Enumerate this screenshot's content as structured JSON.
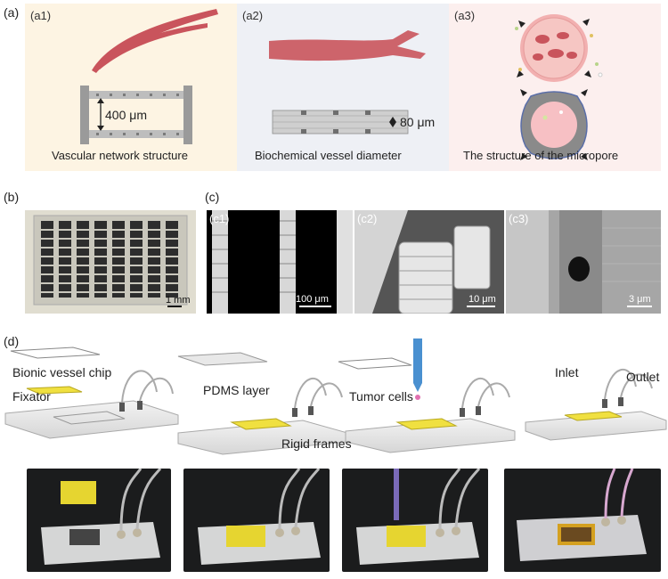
{
  "panel_labels": {
    "a": "(a)",
    "a1": "(a1)",
    "a2": "(a2)",
    "a3": "(a3)",
    "b": "(b)",
    "c": "(c)",
    "c1": "(c1)",
    "c2": "(c2)",
    "c3": "(c3)",
    "d": "(d)"
  },
  "a1": {
    "dimension": "400 μm",
    "caption": "Vascular network structure"
  },
  "a2": {
    "dimension": "80 μm",
    "caption": "Biochemical vessel diameter"
  },
  "a3": {
    "caption": "The structure of the micropore"
  },
  "b": {
    "scale": "1 mm"
  },
  "c": {
    "c1_scale": "100 μm",
    "c2_scale": "10 μm",
    "c3_scale": "3 μm"
  },
  "d": {
    "labels": {
      "chip": "Bionic vessel chip",
      "fixator": "Fixator",
      "pdms": "PDMS layer",
      "tumor": "Tumor cells",
      "frames": "Rigid frames",
      "inlet": "Inlet",
      "outlet": "Outlet"
    }
  },
  "colors": {
    "a1_bg": "#fdf4e3",
    "a2_bg": "#eef0f5",
    "a3_bg": "#fcefee",
    "vessel": "#c9545c",
    "chip_yellow": "#f0e040"
  }
}
